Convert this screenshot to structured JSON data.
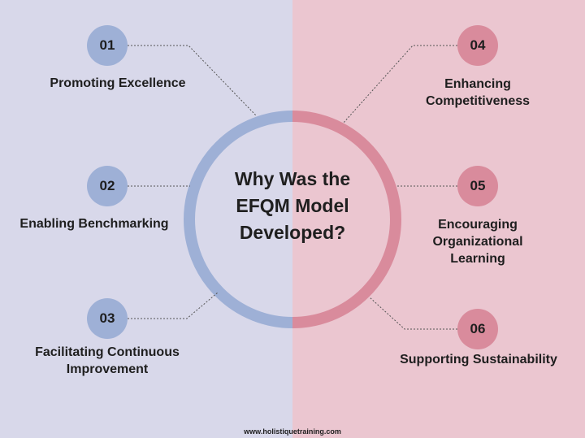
{
  "title": "Why Was the\nEFQM Model\nDeveloped?",
  "colors": {
    "left_bg": "#d8d8ea",
    "right_bg": "#ebc6d0",
    "blue_accent": "#9eb0d6",
    "pink_accent": "#d98b9c"
  },
  "items": [
    {
      "number": "01",
      "label": "Promoting Excellence"
    },
    {
      "number": "02",
      "label": "Enabling Benchmarking"
    },
    {
      "number": "03",
      "label": "Facilitating Continuous\nImprovement"
    },
    {
      "number": "04",
      "label": "Enhancing\nCompetitiveness"
    },
    {
      "number": "05",
      "label": "Encouraging\nOrganizational\nLearning"
    },
    {
      "number": "06",
      "label": "Supporting Sustainability"
    }
  ],
  "footer": "www.holistiquetraining.com"
}
